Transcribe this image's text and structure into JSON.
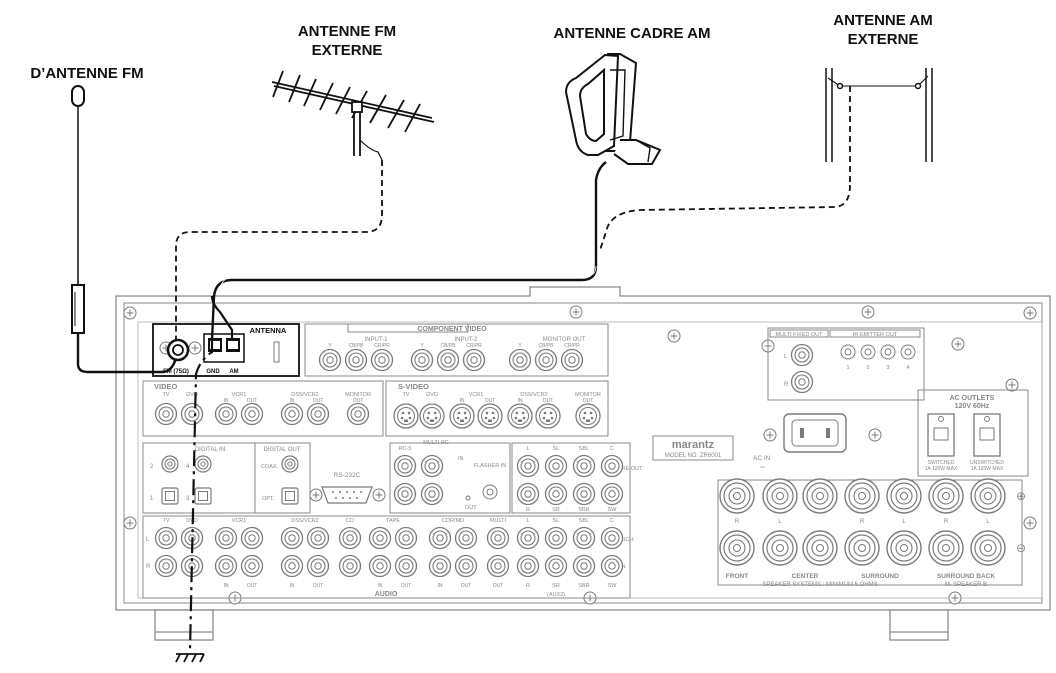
{
  "captions": {
    "fm_antenna": "D’ANTENNE FM",
    "external_fm_line1": "ANTENNE FM",
    "external_fm_line2": "EXTERNE",
    "am_loop": "ANTENNE CADRE AM",
    "external_am_line1": "ANTENNE AM",
    "external_am_line2": "EXTERNE"
  },
  "receiver": {
    "antenna_panel": {
      "title": "ANTENNA",
      "fm": "FM (75Ω)",
      "gnd": "GND",
      "am": "AM"
    },
    "component_video": "COMPONENT VIDEO",
    "input1": "INPUT-1",
    "input2": "INPUT-2",
    "monitor_out": "MONITOR OUT",
    "component_jacks": [
      "Y",
      "CB/PB",
      "CR/PR",
      "Y",
      "CB/PB",
      "CR/PR",
      "Y",
      "CB/PB",
      "CR/PR"
    ],
    "video": "VIDEO",
    "video_labels": [
      "TV",
      "DVD",
      "VCR1",
      "DSS/VCR2",
      "MONITOR"
    ],
    "video_in": "IN",
    "video_out": "OUT",
    "svideo": "S-VIDEO",
    "svideo_labels": [
      "TV",
      "DVD",
      "VCR1",
      "DSS/VCR2",
      "MONITOR"
    ],
    "digital_in": "DIGITAL IN",
    "digital_out": "DIGITAL OUT",
    "digital_nums": [
      "2",
      "4",
      "1",
      "3"
    ],
    "coax": "COAX.",
    "opt": "OPT.",
    "rs232c": "RS-232C",
    "rc5": "RC-5",
    "multi_rc": "MULTI RC",
    "multi_in": "IN",
    "multi_out": "OUT",
    "flasher_in": "FLASHER IN",
    "preout_top": [
      "L",
      "SL",
      "SBL",
      "C"
    ],
    "preout_bottom": [
      "R",
      "SR",
      "SBR",
      "SW"
    ],
    "pre_out": "PRE OUT",
    "multi_fixed_out": "MULTI FIXED OUT",
    "ir_emitter_out": "IR EMITTER OUT",
    "ir_nums": [
      "1",
      "2",
      "3",
      "4"
    ],
    "fixed_lr": [
      "L",
      "R"
    ],
    "brand": "marantz",
    "model": "MODEL NO. ZR6001",
    "ac_in": "AC IN",
    "ac_outlets_line1": "AC OUTLETS",
    "ac_outlets_line2": "120V 60Hz",
    "switched": "SWITCHED",
    "switched_rating": "1A 120W MAX",
    "unswitched": "UNSWITCHED",
    "unswitched_rating": "1A 120W MAX",
    "audio_labels": [
      "TV",
      "DVD",
      "VCR1",
      "DSS/VCR2",
      "CD",
      "TAPE",
      "CDR/MD",
      "MULTI"
    ],
    "audio_in": "IN",
    "audio_out": "OUT",
    "audio": "AUDIO",
    "audio_lr": [
      "L",
      "R"
    ],
    "ch71_top": [
      "L",
      "SL",
      "SBL",
      "C"
    ],
    "ch71_bottom": [
      "R",
      "SR",
      "SBR",
      "SW"
    ],
    "ch71": "7.1CH",
    "ch71_in": "IN",
    "aux2": "(AUX2)",
    "speaker_rl": [
      "R",
      "L",
      "R",
      "L",
      "R",
      "L"
    ],
    "speaker_front": "FRONT",
    "speaker_center": "CENTER",
    "speaker_surround": "SURROUND",
    "speaker_surround_back": "SURROUND BACK",
    "speaker_systems": "SPEAKER SYSTEMS : MINIMUM 6 OHMS",
    "speaker_b": "M. SPEAKER B"
  }
}
